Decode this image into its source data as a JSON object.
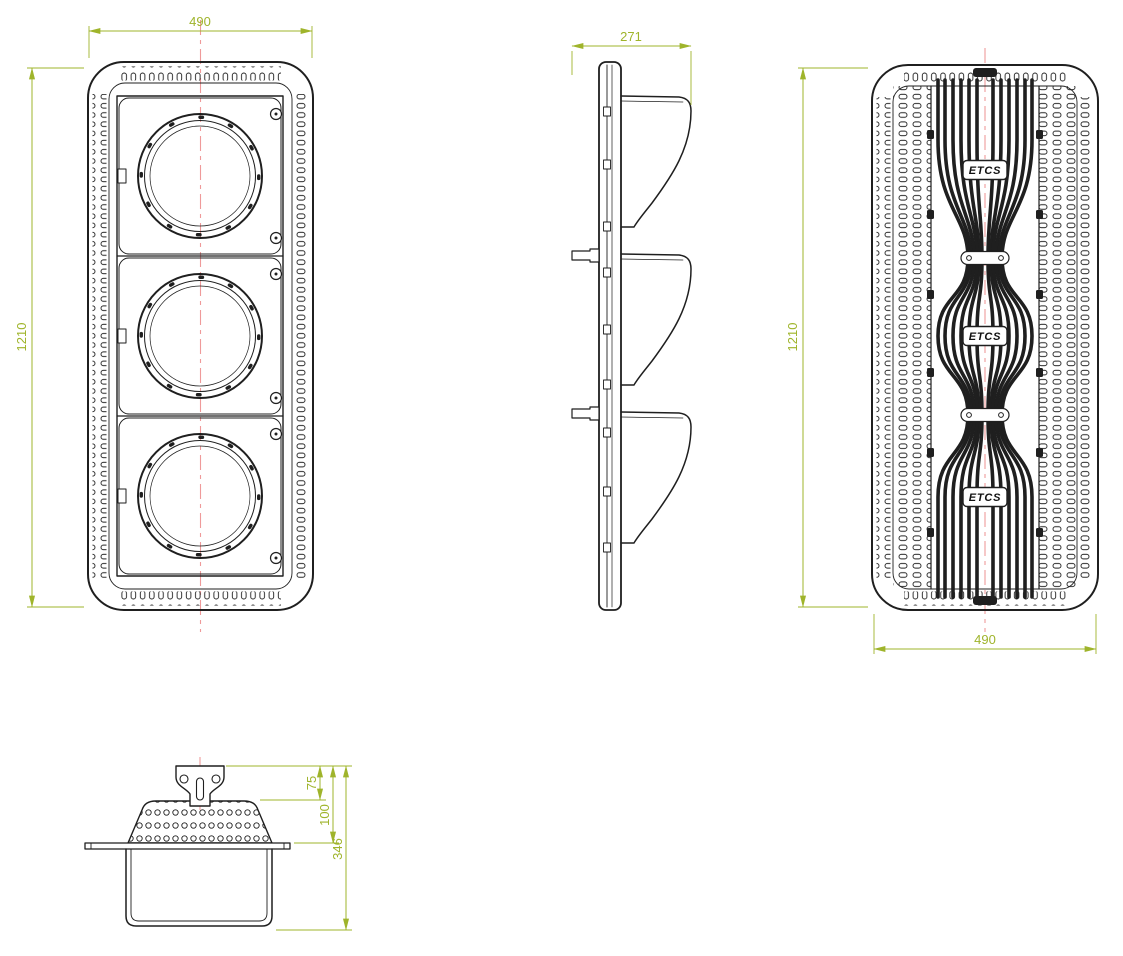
{
  "colors": {
    "outline": "#1f1f1f",
    "dimension": "#9fb42b",
    "centerline": "#ef9a9a"
  },
  "views": {
    "front": {
      "width": "490",
      "height": "1210"
    },
    "side": {
      "depth": "271"
    },
    "back": {
      "height": "1210",
      "width": "490",
      "logo": "ETCS"
    },
    "section": {
      "bracket_height": "75",
      "mount_height": "100",
      "overall_depth": "346"
    }
  }
}
